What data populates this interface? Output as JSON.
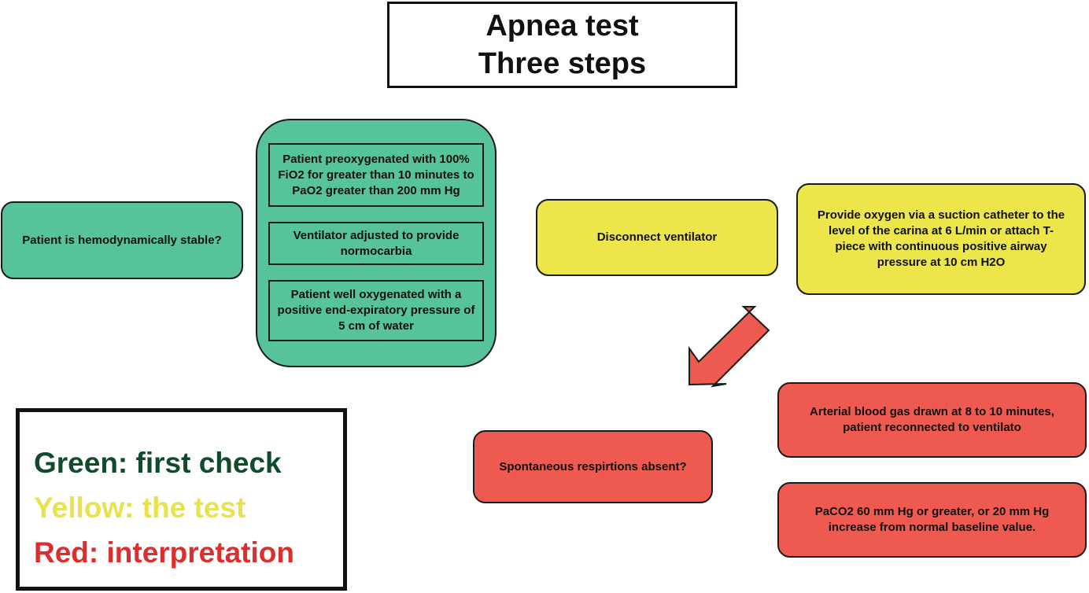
{
  "title": {
    "line1": "Apnea test",
    "line2": "Three steps"
  },
  "green": {
    "left_node": "Patient is hemodynamically stable?",
    "group_items": [
      "Patient preoxygenated with 100% FiO2 for greater than 10 minutes to PaO2 greater than 200 mm Hg",
      "Ventilator adjusted to provide normocarbia",
      "Patient well oxygenated with a positive end-expiratory pressure of 5 cm of water"
    ]
  },
  "yellow": {
    "disconnect": "Disconnect ventilator",
    "oxygen": "Provide oxygen via a suction catheter to the level of the carina at 6 L/min or attach T-piece with continuous positive airway pressure at 10 cm H2O"
  },
  "red": {
    "question": "Spontaneous respirtions absent?",
    "blood_gas": "Arterial blood gas drawn at 8 to 10 minutes, patient reconnected to ventilato",
    "paco2": "PaCO2 60 mm Hg or greater, or 20 mm Hg increase from normal baseline value."
  },
  "legend": {
    "green_label": "Green: first check",
    "yellow_label": "Yellow: the test",
    "red_label": "Red: interpretation"
  },
  "colors": {
    "green_fill": "#56c39b",
    "yellow_fill": "#ece64a",
    "red_fill": "#ee5a4f",
    "legend_green": "#114a2c",
    "legend_yellow": "#e8e24e",
    "legend_red": "#dd2e2e",
    "arrow_fill": "#ee5a4f"
  }
}
